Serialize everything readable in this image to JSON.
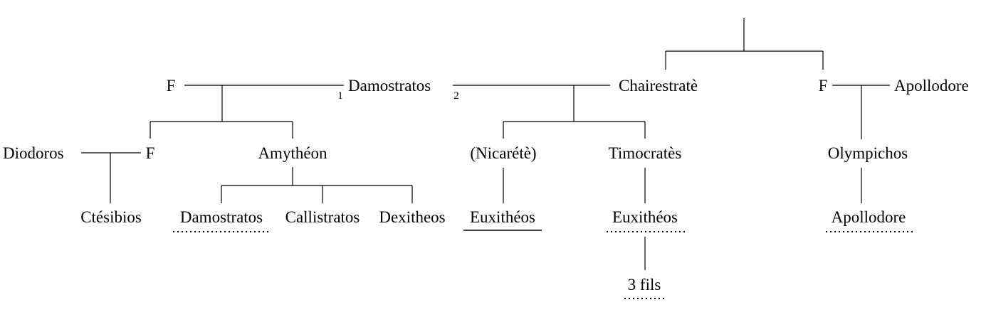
{
  "people": {
    "f_left": "F",
    "damostratos": "Damostratos",
    "marriage_1": "1",
    "marriage_2": "2",
    "chairestrate": "Chairestratè",
    "f_right": "F",
    "apollodore_top": "Apollodore",
    "diodoros": "Diodoros",
    "f_mid": "F",
    "amytheon": "Amythéon",
    "nicarete": "(Nicarétè)",
    "timocrates": "Timocratès",
    "olympichos": "Olympichos",
    "ctesibios": "Ctésibios",
    "damostratos_child": "Damostratos",
    "callistratos": "Callistratos",
    "dexitheos": "Dexitheos",
    "euxitheos_solid": "Euxithéos",
    "euxitheos_dotted": "Euxithéos",
    "apollodore_bottom": "Apollodore",
    "three_sons": "3 fils"
  },
  "underline_styles": {
    "damostratos_child": "dotted",
    "euxitheos_solid": "solid",
    "euxitheos_dotted": "dotted",
    "apollodore_bottom": "dotted",
    "three_sons": "dotted"
  }
}
